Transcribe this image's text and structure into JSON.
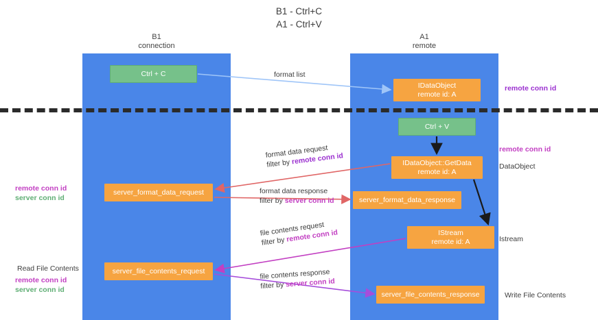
{
  "title": {
    "line1": "B1 - Ctrl+C",
    "line2": "A1 - Ctrl+V"
  },
  "lanes": [
    {
      "id": "b1",
      "name": "B1",
      "role": "connection"
    },
    {
      "id": "a1",
      "name": "A1",
      "role": "remote"
    }
  ],
  "nodes": {
    "ctrl_c": {
      "line1": "Ctrl + C",
      "line2": "",
      "color": "#76c18a"
    },
    "ctrl_v": {
      "line1": "Ctrl + V",
      "line2": "",
      "color": "#76c18a"
    },
    "idataobject": {
      "line1": "IDataObject",
      "line2": "remote id: A",
      "color": "#f6a441"
    },
    "getdata": {
      "line1": "IDataObject::GetData",
      "line2": "remote id: A",
      "color": "#f6a441"
    },
    "server_format_data_request": {
      "line1": "server_format_data_request",
      "line2": "",
      "color": "#f6a441"
    },
    "server_format_data_response": {
      "line1": "server_format_data_response",
      "line2": "",
      "color": "#f6a441"
    },
    "istream": {
      "line1": "IStream",
      "line2": "remote id: A",
      "color": "#f6a441"
    },
    "server_file_contents_request": {
      "line1": "server_file_contents_request",
      "line2": "",
      "color": "#f6a441"
    },
    "server_file_contents_response": {
      "line1": "server_file_contents_response",
      "line2": "",
      "color": "#f6a441"
    }
  },
  "edge_labels": {
    "format_list": {
      "text": "format list"
    },
    "format_data_request": {
      "line1": "format data request",
      "filter_prefix": "filter by ",
      "filter_key": "remote conn id"
    },
    "format_data_response": {
      "line1": "format data response",
      "filter_prefix": "filter by ",
      "filter_key": "server conn id"
    },
    "file_contents_request": {
      "line1": "file contents request",
      "filter_prefix": "filter by ",
      "filter_key": "remote conn id"
    },
    "file_contents_response": {
      "line1": "file contents response",
      "filter_prefix": "filter by ",
      "filter_key": "server conn id"
    }
  },
  "annotations": {
    "right_remote_conn_id_top": "remote conn id",
    "right_remote_conn_id_mid": "remote conn id",
    "right_dataobject": "DataObject",
    "right_istream": "Istream",
    "right_write_file_contents": "Write File Contents",
    "left_remote_conn_id_1": "remote conn id",
    "left_server_conn_id_1": "server conn id",
    "left_read_file_contents": "Read File Contents",
    "left_remote_conn_id_2": "remote conn id",
    "left_server_conn_id_2": "server conn id"
  },
  "colors": {
    "lane": "#4a86e8",
    "node_orange": "#f6a441",
    "node_green": "#76c18a",
    "divider": "#2b2b2b",
    "purple": "#9b30d0",
    "magenta": "#c23fc2",
    "green_text": "#5fae74",
    "arrow_blue": "#9fc5f8",
    "arrow_red": "#e06666",
    "arrow_magenta": "#c23fc2",
    "arrow_purple": "#a64ddb",
    "arrow_black": "#1a1a1a"
  }
}
